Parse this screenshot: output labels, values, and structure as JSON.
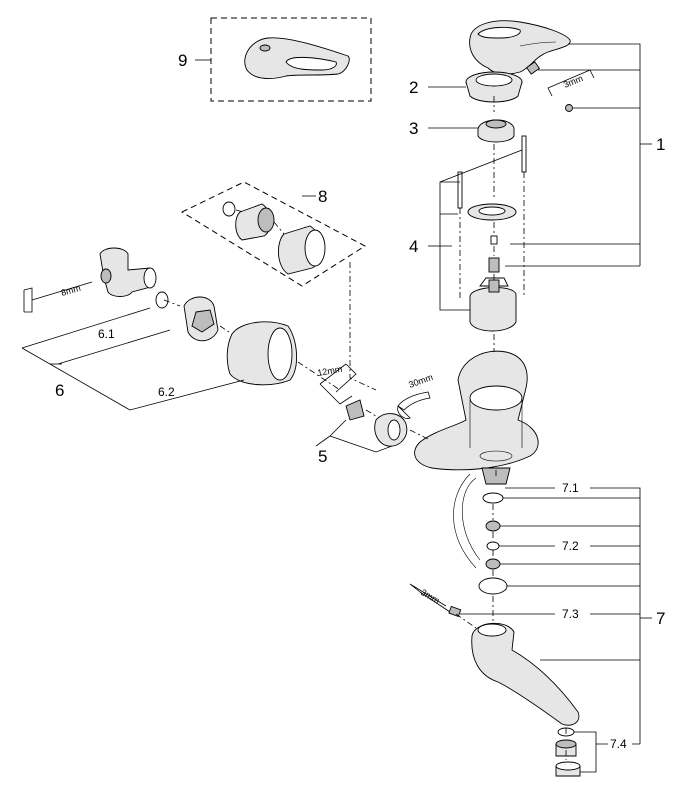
{
  "callouts": {
    "c1": "1",
    "c2": "2",
    "c3": "3",
    "c4": "4",
    "c5": "5",
    "c6": "6",
    "c6_1": "6.1",
    "c6_2": "6.2",
    "c7": "7",
    "c7_1": "7.1",
    "c7_2": "7.2",
    "c7_3": "7.3",
    "c7_4": "7.4",
    "c8": "8",
    "c9": "9"
  },
  "tool_labels": {
    "hex_3mm_top": "3mm",
    "hex_8mm": "8mm",
    "hex_12mm": "12mm",
    "wrench_30mm": "30mm",
    "hex_3mm_bottom": "3mm"
  }
}
